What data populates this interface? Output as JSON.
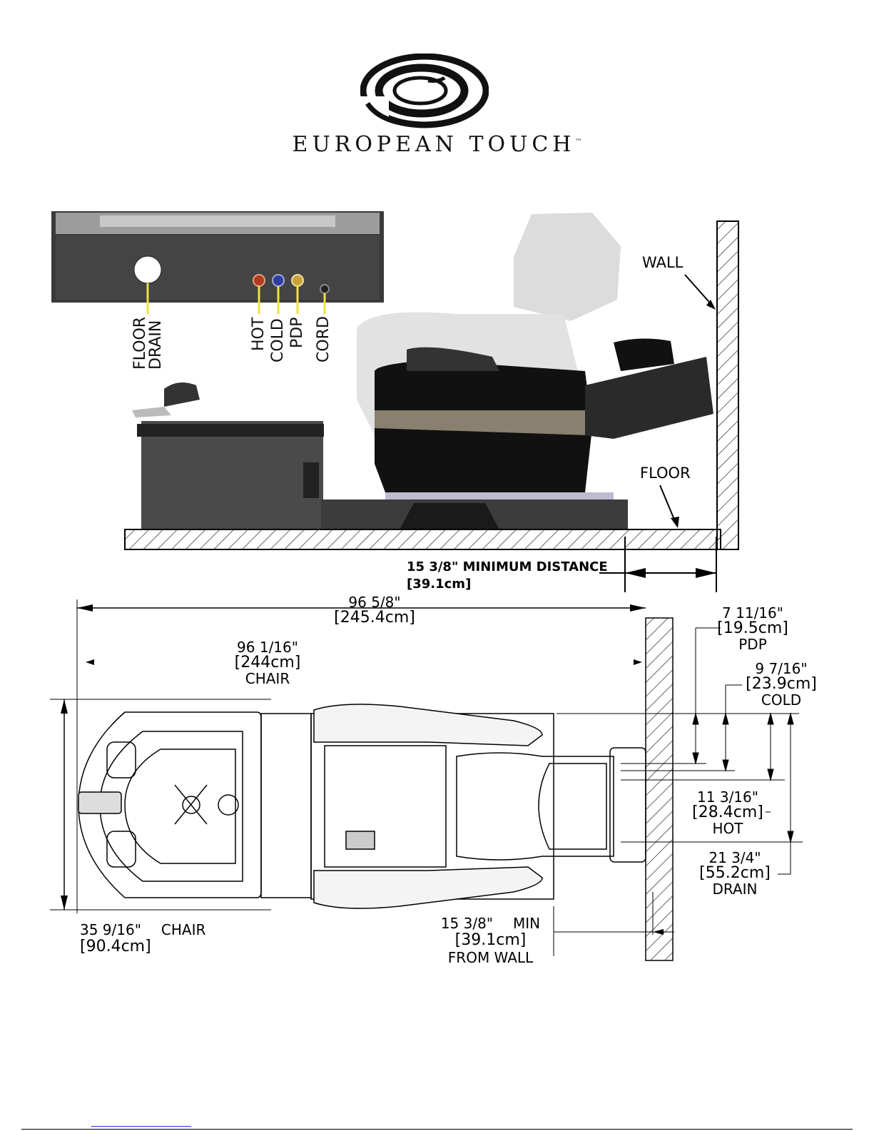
{
  "brand": {
    "name": "EUROPEAN TOUCH",
    "trademark": "™"
  },
  "colors": {
    "hot": "#b23a20",
    "cold": "#2e3f9a",
    "pdp": "#c9a23a",
    "leader": "#f2e23a",
    "dark": "#2b2b2b"
  },
  "icons": {
    "logo": "swirl-logo-icon"
  },
  "side_view": {
    "callouts": [
      "FLOOR DRAIN",
      "HOT",
      "COLD",
      "PDP",
      "CORD"
    ],
    "wall_label": "WALL",
    "floor_label": "FLOOR",
    "min_distance": {
      "imperial": "15 3/8\" MINIMUM DISTANCE",
      "metric": "[39.1cm]"
    }
  },
  "top_view": {
    "overall_length": {
      "imperial": "96 5/8\"",
      "metric": "[245.4cm]"
    },
    "chair_length": {
      "imperial": "96 1/16\"",
      "metric": "[244cm]",
      "label": "CHAIR"
    },
    "chair_width": {
      "imperial": "35 9/16\"",
      "label": "CHAIR",
      "metric": "[90.4cm]"
    },
    "pdp": {
      "imperial": "7 11/16\"",
      "metric": "[19.5cm]",
      "label": "PDP"
    },
    "cold": {
      "imperial": "9 7/16\"",
      "metric": "[23.9cm]",
      "label": "COLD"
    },
    "hot": {
      "imperial": "11 3/16\"",
      "metric": "[28.4cm]",
      "label": "HOT"
    },
    "drain": {
      "imperial": "21 3/4\"",
      "metric": "[55.2cm]",
      "label": "DRAIN"
    },
    "min_from_wall": {
      "imperial": "15 3/8\"",
      "suffix": "MIN",
      "metric": "[39.1cm]",
      "label": "FROM WALL"
    }
  }
}
